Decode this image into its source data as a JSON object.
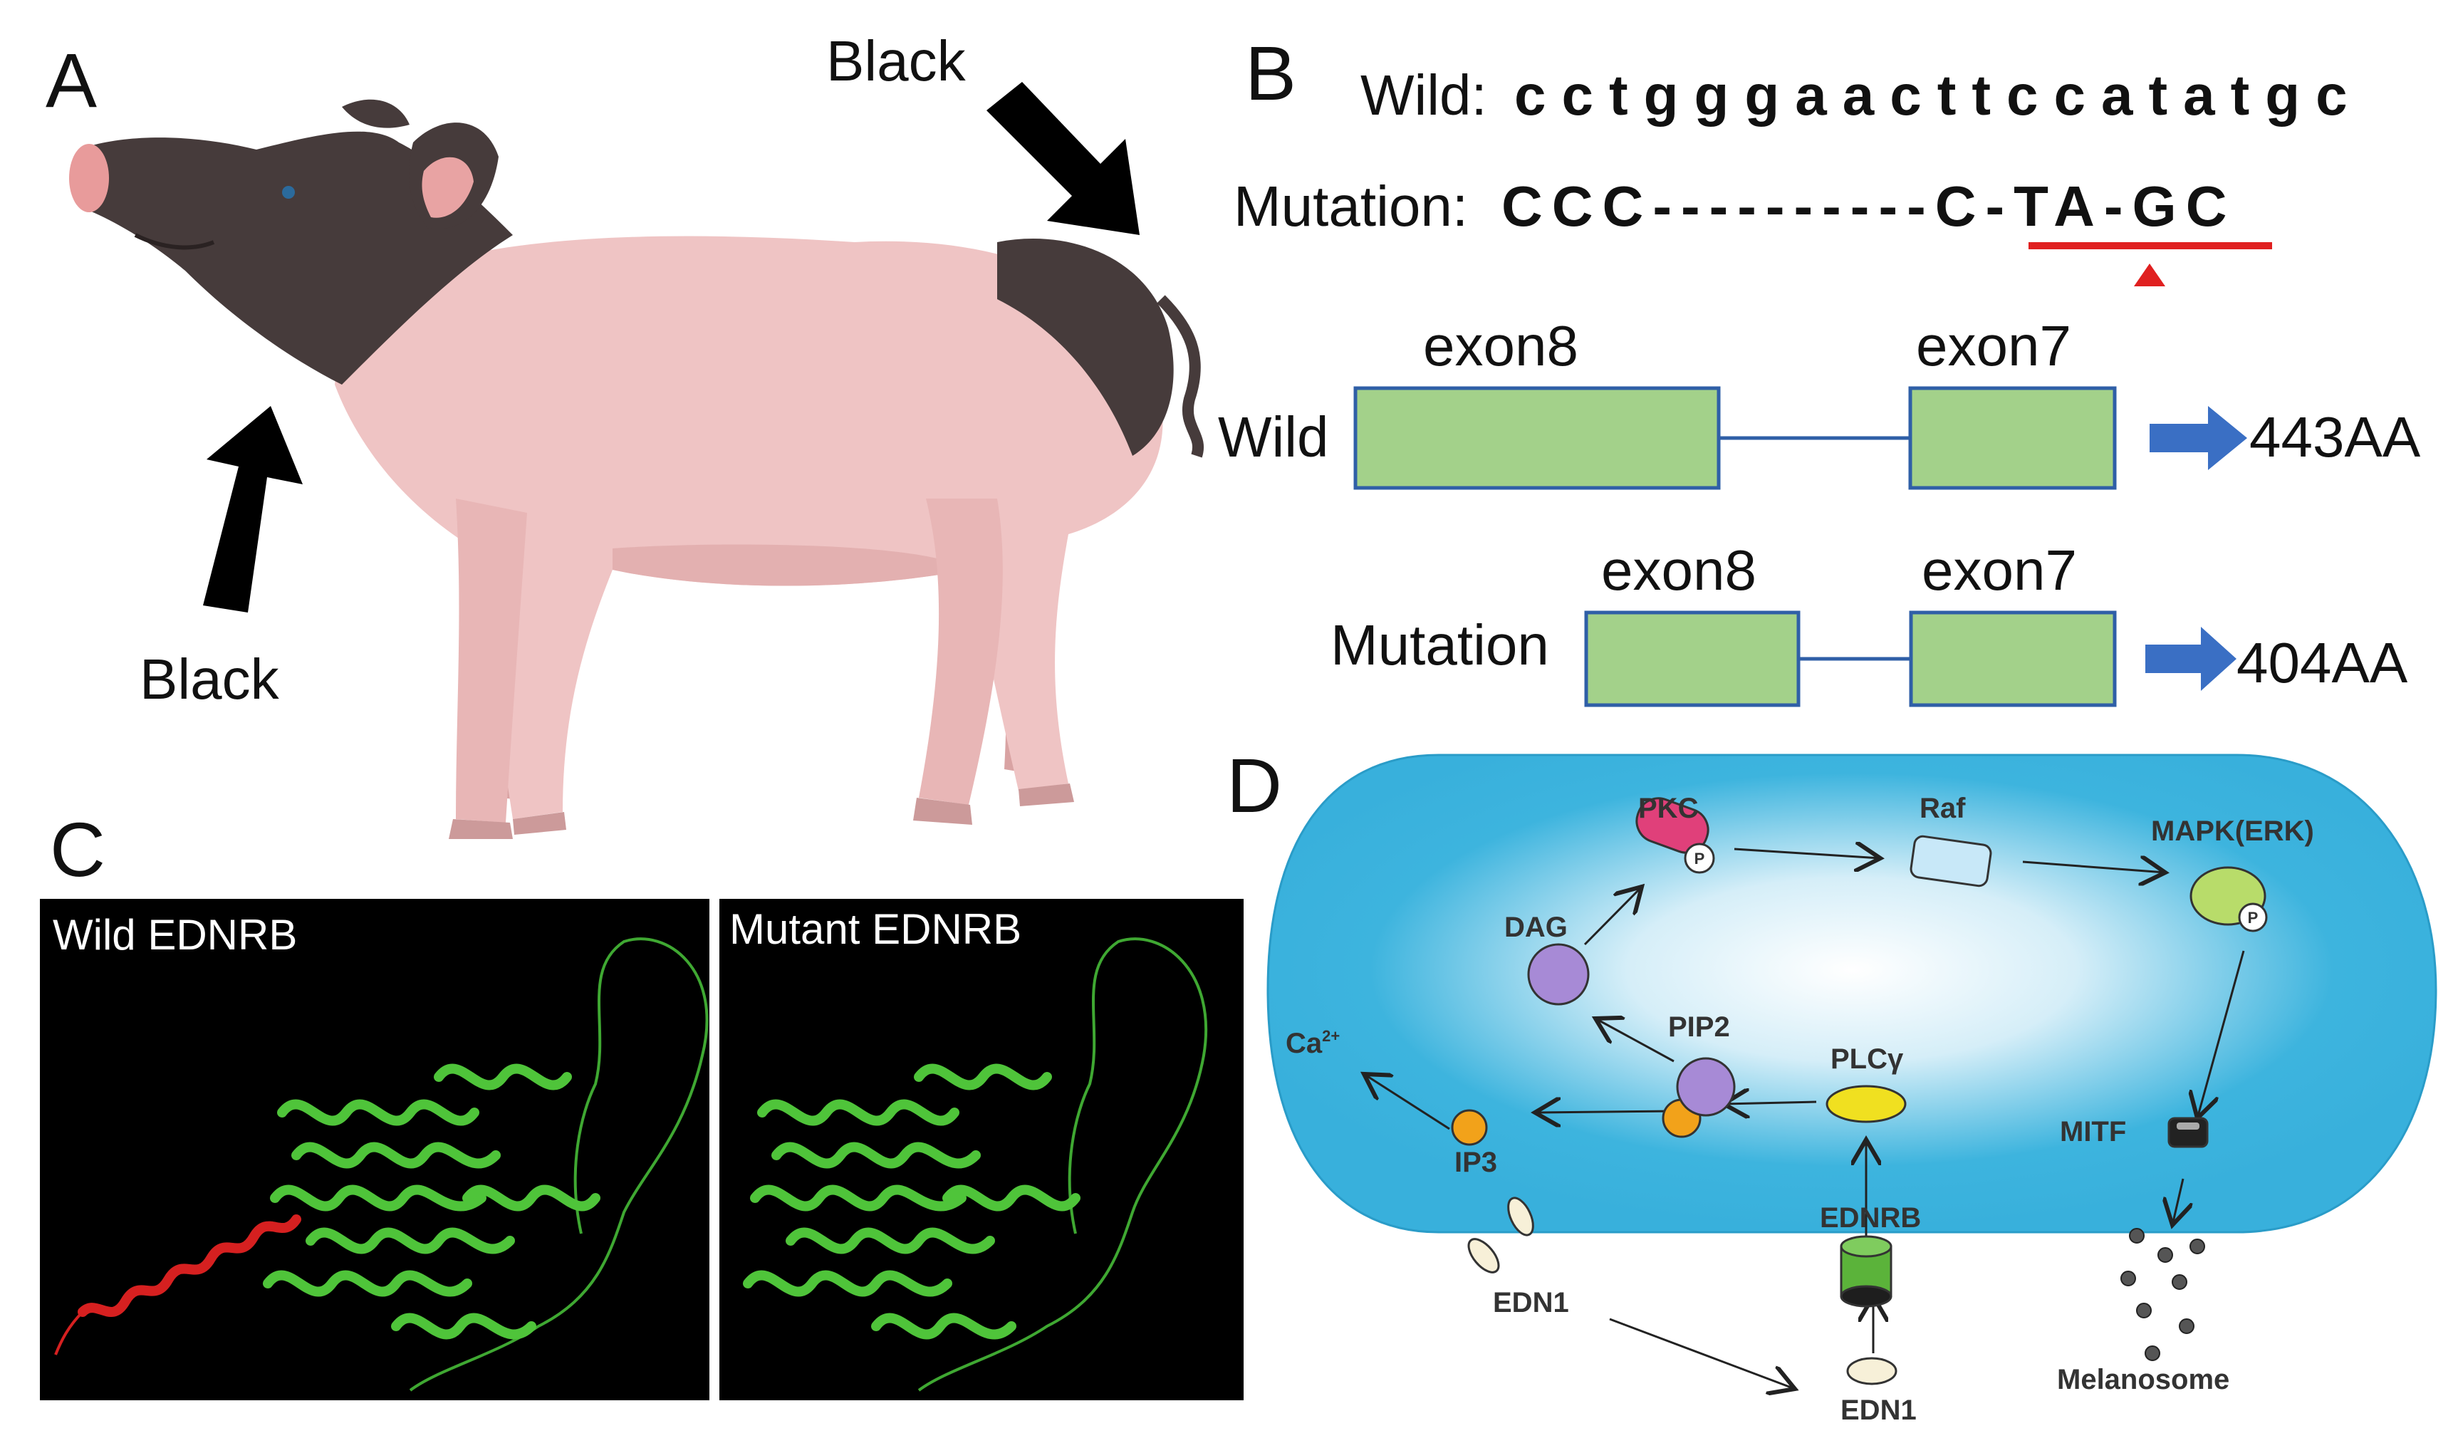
{
  "panels": {
    "A": "A",
    "B": "B",
    "C": "C",
    "D": "D"
  },
  "panel_a": {
    "arrow_top_label": "Black",
    "arrow_bottom_label": "Black"
  },
  "panel_b": {
    "wild_seq_label": "Wild:",
    "wild_seq": "cctgggaacttccatatgc",
    "mutation_seq_label": "Mutation:",
    "mutation_seq": "CCC----------C-TA-GC",
    "wild_row_label": "Wild",
    "mutation_row_label": "Mutation",
    "exon8": "exon8",
    "exon7": "exon7",
    "wild_product": "443AA",
    "mutation_product": "404AA",
    "colors": {
      "exon_fill": "#a3d18a",
      "exon_stroke": "#2f5fa7",
      "arrow": "#3a6fc4",
      "mutation_mark": "#e02020"
    }
  },
  "panel_c": {
    "wild_label": "Wild EDNRB",
    "mutant_label": "Mutant EDNRB",
    "colors": {
      "background": "#000000",
      "helix": "#4fc43a",
      "truncated": "#d62020"
    }
  },
  "panel_d": {
    "pkc": "PKC",
    "raf": "Raf",
    "mapk": "MAPK(ERK)",
    "dag": "DAG",
    "pip2": "PIP2",
    "plc": "PLCγ",
    "ca": "Ca",
    "ca_sup": "2+",
    "ip3": "IP3",
    "mitf": "MITF",
    "ednrb": "EDNRB",
    "edn1_left": "EDN1",
    "edn1_bottom": "EDN1",
    "melanosome": "Melanosome",
    "p": "P",
    "colors": {
      "cell": "#3db4de",
      "cell_center": "#ffffff",
      "pkc": "#e0407a",
      "dag": "#a78ad6",
      "plc": "#f0e020",
      "ip3": "#f2a21a",
      "ednrb": "#5bb33a",
      "mapk": "#b8dc6a"
    }
  }
}
